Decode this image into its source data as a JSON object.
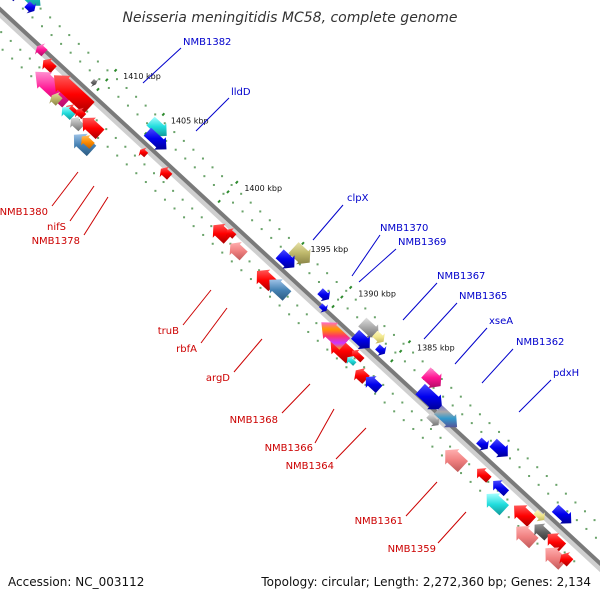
{
  "title": "Neisseria meningitidis MC58, complete genome",
  "footer": {
    "accession": "Accession: NC_003112",
    "summary": "Topology: circular; Length: 2,272,360 bp; Genes: 2,134"
  },
  "colors": {
    "backbone": "#7a7a7a",
    "tick": "#2e8b2e",
    "forward_label": "#0000cc",
    "reverse_label": "#cc0000"
  },
  "ticks": [
    "1410 kbp",
    "1405 kbp",
    "1400 kbp",
    "1395 kbp",
    "1390 kbp",
    "1385 kbp"
  ],
  "forward_labels": [
    "NMB1382",
    "lldD",
    "clpX",
    "NMB1370",
    "NMB1369",
    "NMB1367",
    "NMB1365",
    "xseA",
    "NMB1362",
    "pdxH"
  ],
  "reverse_labels": [
    "NMB1380",
    "nifS",
    "NMB1378",
    "truB",
    "rbfA",
    "argD",
    "NMB1368",
    "NMB1366",
    "NMB1364",
    "NMB1361",
    "NMB1359"
  ]
}
